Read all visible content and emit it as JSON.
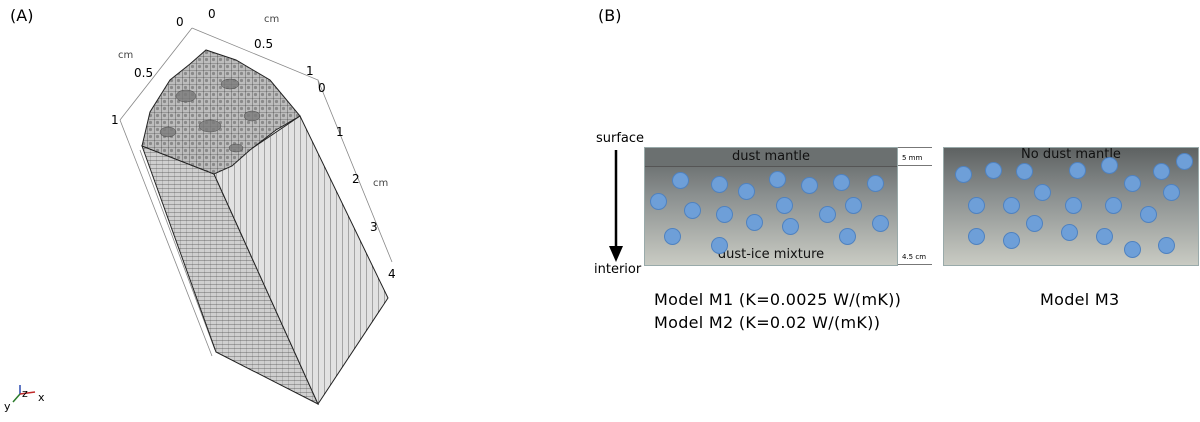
{
  "panel_a": {
    "label": "(A)",
    "axis_ticks_x": [
      "0",
      "0.5",
      "1"
    ],
    "axis_ticks_y": [
      "0",
      "0.5",
      "1"
    ],
    "axis_ticks_z": [
      "0",
      "1",
      "2",
      "3",
      "4"
    ],
    "unit": "cm",
    "triad": {
      "x": "x",
      "y": "y",
      "z": "z"
    }
  },
  "panel_b": {
    "label": "(B)",
    "surface_label": "surface",
    "interior_label": "interior",
    "mantle_label": "dust mantle",
    "mixture_label": "dust-ice mixture",
    "no_mantle_label": "No dust mantle",
    "scale_top": "5 mm",
    "scale_bottom": "4.5 cm",
    "model_m1": "Model M1 (K=0.0025 W/(mK))",
    "model_m2": "Model M2 (K=0.02 W/(mK))",
    "model_m3": "Model M3"
  },
  "colors": {
    "grain": "#6e9fd8",
    "mantle": "#6b7070",
    "mesh_line": "#222222",
    "mesh_face": "#d8d8d8"
  }
}
